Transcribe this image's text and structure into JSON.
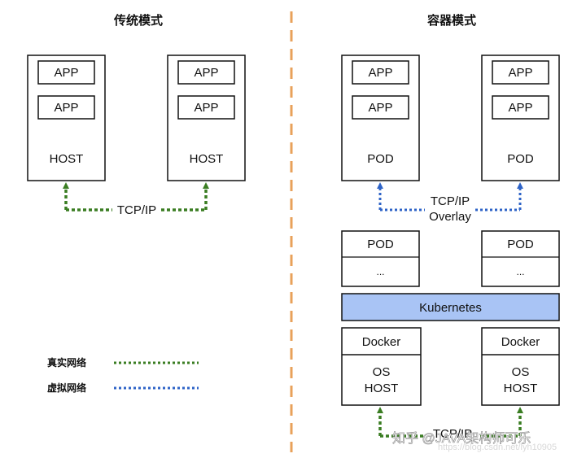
{
  "titles": {
    "left": "传统模式",
    "right": "容器模式"
  },
  "left": {
    "hosts": [
      {
        "apps": [
          "APP",
          "APP"
        ],
        "label": "HOST"
      },
      {
        "apps": [
          "APP",
          "APP"
        ],
        "label": "HOST"
      }
    ],
    "link_label": "TCP/IP"
  },
  "right": {
    "pods": [
      {
        "apps": [
          "APP",
          "APP"
        ],
        "label": "POD"
      },
      {
        "apps": [
          "APP",
          "APP"
        ],
        "label": "POD"
      }
    ],
    "overlay_label": [
      "TCP/IP",
      "Overlay"
    ],
    "pod_stack": [
      {
        "top": "POD",
        "bottom": "..."
      },
      {
        "top": "POD",
        "bottom": "..."
      }
    ],
    "kubernetes": "Kubernetes",
    "nodes": [
      {
        "runtime": "Docker",
        "os": "OS",
        "host": "HOST"
      },
      {
        "runtime": "Docker",
        "os": "OS",
        "host": "HOST"
      }
    ],
    "bottom_link_label": "TCP/IP"
  },
  "legend": {
    "real": "真实网络",
    "virtual": "虚拟网络"
  },
  "watermark": {
    "main": "知乎 @JAVA架构师可乐",
    "url": "https://blog.csdn.net/lyh10905"
  },
  "colors": {
    "real_network": "#3a7d22",
    "virtual_network": "#2e63c7",
    "divider": "#e8a15a",
    "kubernetes_fill": "#a9c4f5"
  }
}
